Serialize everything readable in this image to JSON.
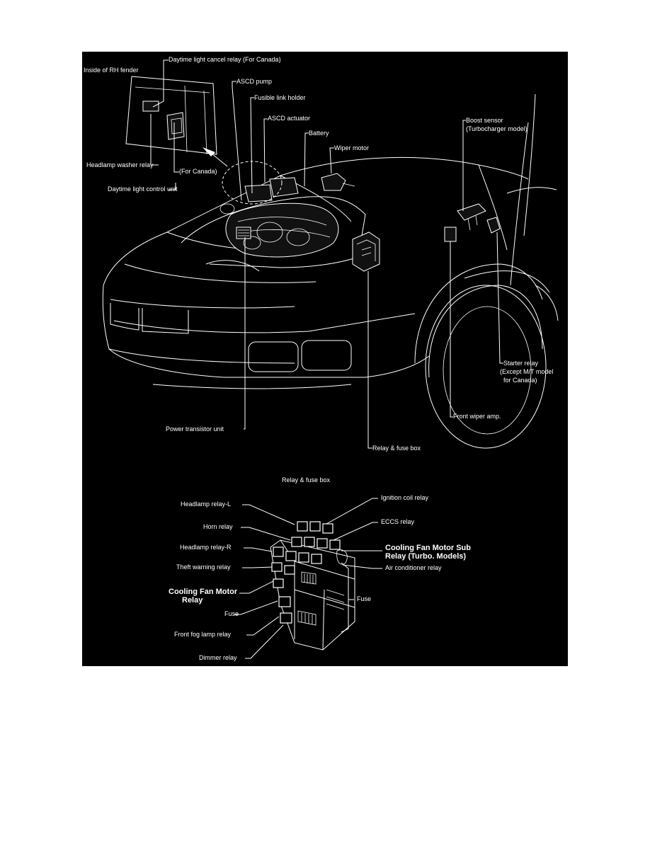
{
  "colors": {
    "background": "#000000",
    "line": "#ffffff",
    "page": "#ffffff"
  },
  "labels": {
    "inside_rh_fender": "Inside of RH fender",
    "daytime_cancel_relay": "Daytime light cancel relay (For Canada)",
    "asc_pump": "ASCD pump",
    "fusible_link_holder": "Fusible link holder",
    "ascd_actuator": "ASCD actuator",
    "battery": "Battery",
    "wiper_motor": "Wiper motor",
    "boost_sensor_line1": "Boost sensor",
    "boost_sensor_line2": "(Turbocharger model)",
    "headlamp_washer_relay": "Headlamp washer relay",
    "for_canada": "(For Canada)",
    "daytime_control_unit": "Daytime light control unit",
    "starter_relay_line1": "Starter relay",
    "starter_relay_line2": "(Except M/T model",
    "starter_relay_line3": "for Canada)",
    "front_wiper_amp": "Front wiper amp.",
    "power_transistor_unit": "Power transistor unit",
    "relay_fuse_box": "Relay & fuse box",
    "relay_fuse_box_title": "Relay & fuse box"
  },
  "fuse_box_labels": {
    "headlamp_relay_l": "Headlamp relay-L",
    "horn_relay": "Horn relay",
    "headlamp_relay_r": "Headlamp relay-R",
    "theft_warning_relay": "Theft warning relay",
    "cooling_fan_motor_relay_line1": "Cooling Fan Motor",
    "cooling_fan_motor_relay_line2": "Relay",
    "fuse_left": "Fuse",
    "front_fog_lamp_relay": "Front fog lamp relay",
    "dimmer_relay": "Dimmer relay",
    "ignition_coil_relay": "Ignition coil relay",
    "eccs_relay": "ECCS relay",
    "cooling_fan_sub_relay_line1": "Cooling Fan Motor Sub",
    "cooling_fan_sub_relay_line2": "Relay (Turbo. Models)",
    "air_conditioner_relay": "Air conditioner relay",
    "fuse_right": "Fuse"
  }
}
